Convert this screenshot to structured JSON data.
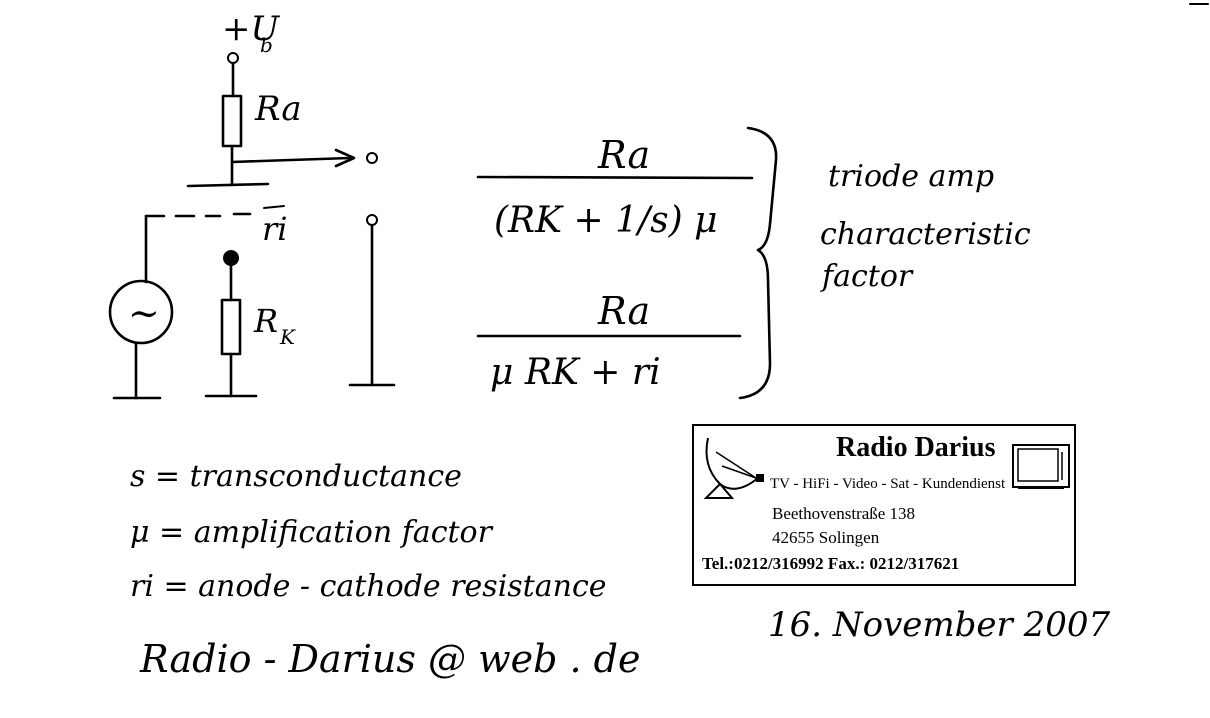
{
  "circuit": {
    "supply_label": "+U",
    "supply_sub": "b",
    "anode_resistor_label": "Ra",
    "internal_resistance_label": "ri",
    "cathode_resistor_label": "R",
    "cathode_resistor_sub": "K",
    "source_symbol": "~"
  },
  "formulas": {
    "f1_numerator": "Ra",
    "f1_denominator": "(RK + 1/s) μ",
    "f2_numerator": "Ra",
    "f2_denominator": "μ RK + ri",
    "brace_note_line1": "triode amp",
    "brace_note_line2": "characteristic",
    "brace_note_line3": "factor"
  },
  "legend": {
    "line1": "s = transconductance",
    "line2": "μ = amplification factor",
    "line3": "ri = anode - cathode resistance"
  },
  "email": "Radio - Darius @ web . de",
  "stamp": {
    "name": "Radio Darius",
    "tagline": "TV - HiFi - Video - Sat - Kundendienst",
    "street": "Beethovenstraße 138",
    "city": "42655 Solingen",
    "phones": "Tel.:0212/316992  Fax.: 0212/317621",
    "dish_icon": "satellite-dish-icon",
    "tv_icon": "television-icon"
  },
  "date": "16. November 2007"
}
